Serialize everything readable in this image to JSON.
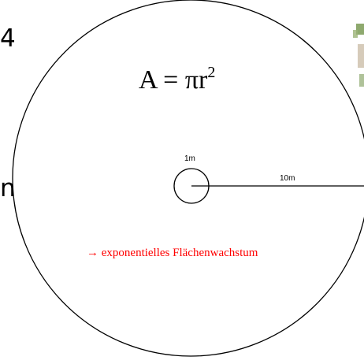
{
  "edge_text": {
    "top_char": "4",
    "middle_char": "n"
  },
  "formula": {
    "base": "A = πr",
    "exponent": "2"
  },
  "radius_labels": {
    "small": "1m",
    "large": "10m"
  },
  "note": {
    "text": "→ exponentielles Flächenwachstum",
    "color": "#ff0000"
  },
  "colors": {
    "stroke": "#000000",
    "background": "#ffffff",
    "photo_green": "#7a9a55",
    "photo_brown": "#8a6a3a"
  }
}
